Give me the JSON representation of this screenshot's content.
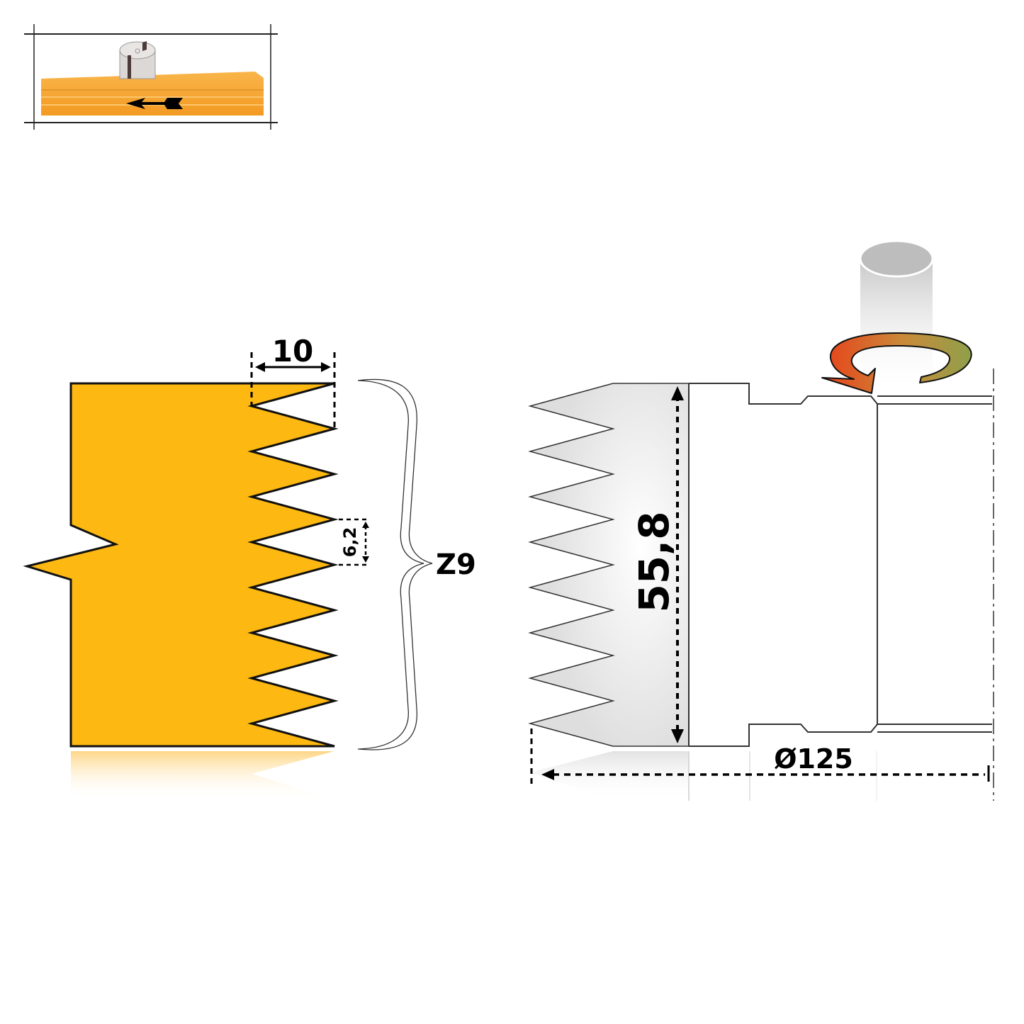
{
  "thumbnail": {
    "description": "cutter on workpiece with feed direction",
    "icons": [
      "cutter-head-icon",
      "feed-arrow-left-icon"
    ],
    "colors": {
      "wood": "#f7a738",
      "cutter": "#d8d4d2"
    }
  },
  "profile": {
    "width_dim": "10",
    "pitch_dim": "6,2",
    "teeth_label": "Z9",
    "fill_color": "#fdb811"
  },
  "tool": {
    "height_dim": "55,8",
    "diameter_dim": "Ø125",
    "rotation_icon": "rotation-arrow-icon",
    "colors": {
      "arrow_start": "#e8421a",
      "arrow_end": "#8fa04a",
      "body": "#e6e6e6"
    }
  }
}
